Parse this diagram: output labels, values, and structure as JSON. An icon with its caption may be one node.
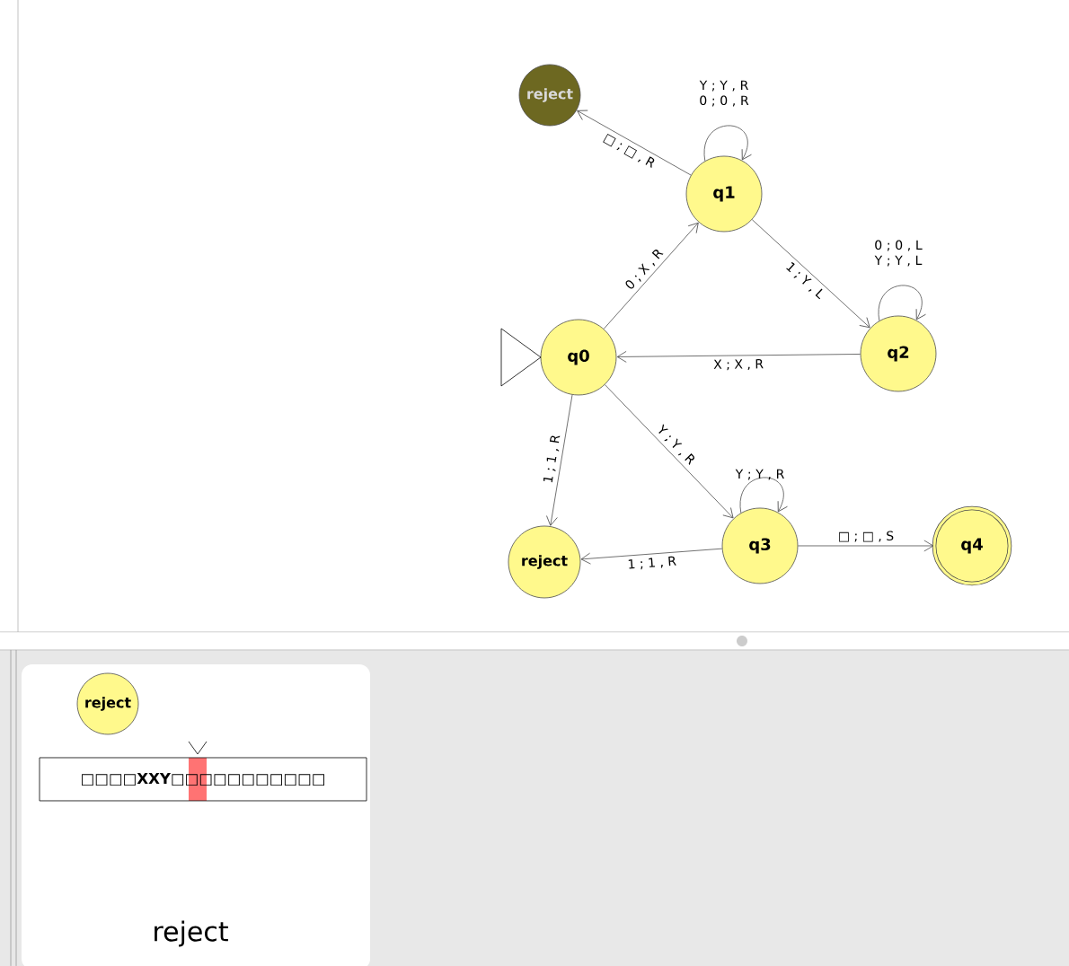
{
  "diagram": {
    "nodes": [
      {
        "text": [
          "reject"
        ]
      },
      {
        "text": [
          "q1"
        ]
      },
      {
        "text": [
          "q2"
        ]
      },
      {
        "text": [
          "q0"
        ]
      },
      {
        "text": [
          "reject"
        ]
      },
      {
        "text": [
          "q3"
        ]
      },
      {
        "text": [
          "q4"
        ]
      },
      {
        "text": [
          "reject"
        ]
      },
      {
        "text": [
          "reject"
        ],
        "in": 7
      },
      {
        "text": [
          "□□□□XXY□□□□□□□□□□□"
        ],
        "in": 7
      }
    ],
    "edges": [
      {
        "from": 1,
        "to": 0,
        "arrow": "to",
        "label": "□ ; □ , R"
      },
      {
        "from": 1,
        "to": 1,
        "arrow": "to",
        "label": "Y ; Y , R 0 ; 0 , R"
      },
      {
        "from": 3,
        "to": 1,
        "arrow": "to",
        "label": "0 ; X , R"
      },
      {
        "from": 1,
        "to": 2,
        "arrow": "to",
        "label": "1 ; Y , L"
      },
      {
        "from": 2,
        "to": 2,
        "arrow": "to",
        "label": "0 ; 0 , L Y ; Y , L"
      },
      {
        "from": 2,
        "to": 3,
        "arrow": "to",
        "label": "X ; X , R"
      },
      {
        "from": 3,
        "to": 4,
        "arrow": "to",
        "label": "1 ; 1 , R"
      },
      {
        "from": 3,
        "to": 5,
        "arrow": "to",
        "label": "Y ; Y , R"
      },
      {
        "from": 5,
        "to": 5,
        "arrow": "to",
        "label": "Y ; Y , R"
      },
      {
        "from": 5,
        "to": 4,
        "arrow": "to",
        "label": "1 ; 1 , R"
      },
      {
        "from": 5,
        "to": 6,
        "arrow": "to",
        "label": "□ ; □ , S"
      }
    ]
  }
}
